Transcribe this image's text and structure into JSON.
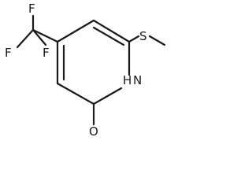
{
  "structure": {
    "atoms": {
      "f_top": "F",
      "f_left": "F",
      "f_bottom": "F",
      "sulfur": "S",
      "nitrogen_h": "H",
      "nitrogen": "N",
      "oxygen": "O"
    },
    "colors": {
      "ink": "#1a1a1a",
      "background": "#ffffff"
    }
  }
}
